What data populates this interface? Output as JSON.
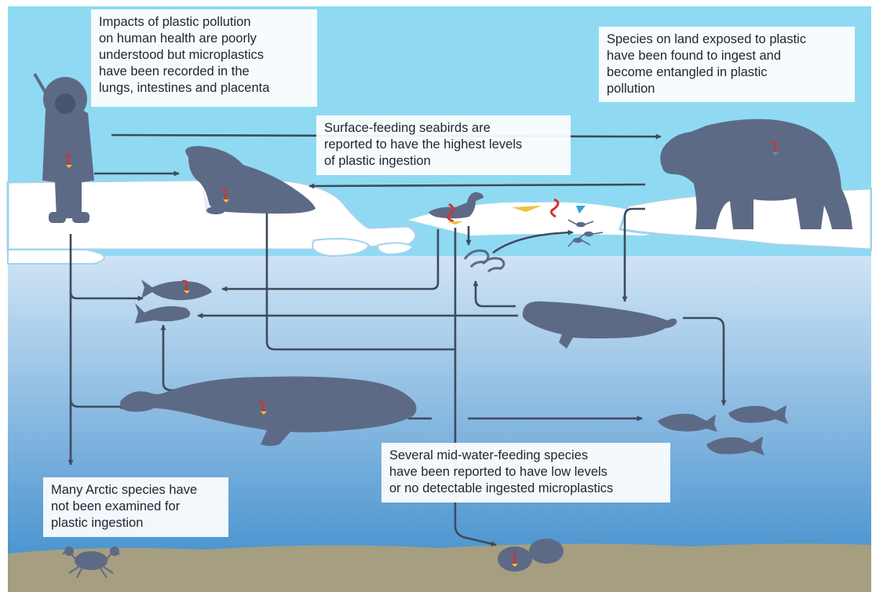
{
  "colors": {
    "sky": "#8fdaf2",
    "ice": "#ffffff",
    "ice_edge": "#9fd3ee",
    "water_top": "#cfe4f5",
    "water_bottom": "#4c95d0",
    "seabed": "#a59e80",
    "silhouette": "#5d6a86",
    "arrow": "#3f4a5c",
    "plastic_red": "#d8302c",
    "plastic_yellow": "#f0c23a",
    "plastic_blue": "#2fa3e0"
  },
  "callouts": {
    "human_health": [
      "Impacts of plastic pollution",
      "on human health are poorly",
      "understood but microplastics",
      "have been recorded in the",
      "lungs, intestines and placenta"
    ],
    "land_species": [
      "Species on land exposed to plastic",
      "have been found to ingest and",
      "become entangled in plastic",
      "pollution"
    ],
    "seabirds": [
      "Surface-feeding seabirds are",
      "reported to have the highest levels",
      "of plastic ingestion"
    ],
    "unexamined": [
      "Many Arctic species have",
      "not been examined for",
      "plastic ingestion"
    ],
    "mid_water": [
      "Several mid-water-feeding species",
      "have been reported to have low levels",
      "or no detectable ingested microplastics"
    ]
  },
  "icons": [
    "human-hunter-icon",
    "walrus-icon",
    "polar-bear-icon",
    "seabird-icon",
    "seal-icon",
    "whale-icon",
    "cod-fish-icon",
    "salmon-fish-icon",
    "shrimp-icon",
    "copepod-icon",
    "crab-icon",
    "clam-icon",
    "plastic-fragment-icon"
  ]
}
